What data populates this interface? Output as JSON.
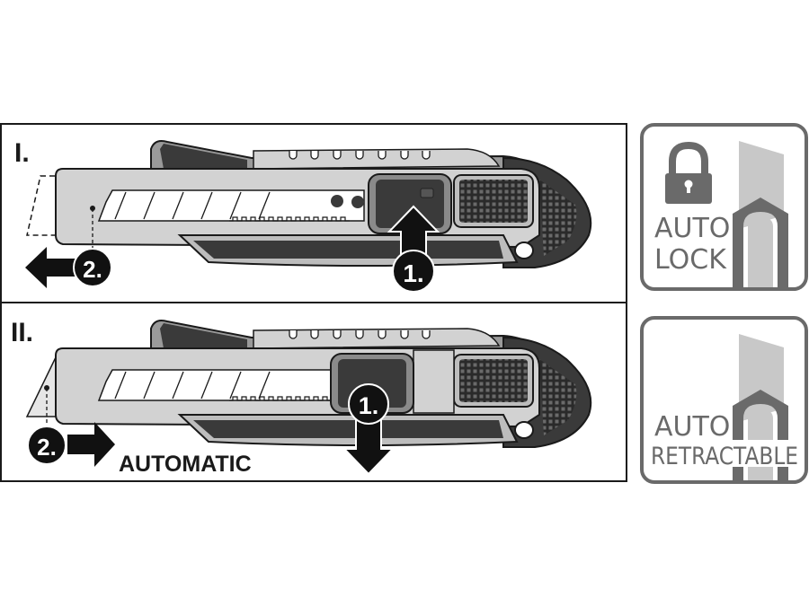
{
  "panels": [
    {
      "label": "I.",
      "steps": [
        {
          "number": "1.",
          "direction": "up"
        },
        {
          "number": "2.",
          "direction": "left"
        }
      ]
    },
    {
      "label": "II.",
      "steps": [
        {
          "number": "1.",
          "direction": "down"
        },
        {
          "number": "2.",
          "direction": "right"
        }
      ],
      "note": "AUTOMATIC"
    }
  ],
  "features": [
    {
      "icon": "lock-icon",
      "line1": "AUTO",
      "line2": "LOCK"
    },
    {
      "icon": "retract-icon",
      "line1": "AUTO",
      "line2": "RETRACTABLE"
    }
  ],
  "colors": {
    "dark": "#3a3a3a",
    "mid": "#8a8a8a",
    "light": "#d2d2d2",
    "icon": "#6a6a6a"
  }
}
